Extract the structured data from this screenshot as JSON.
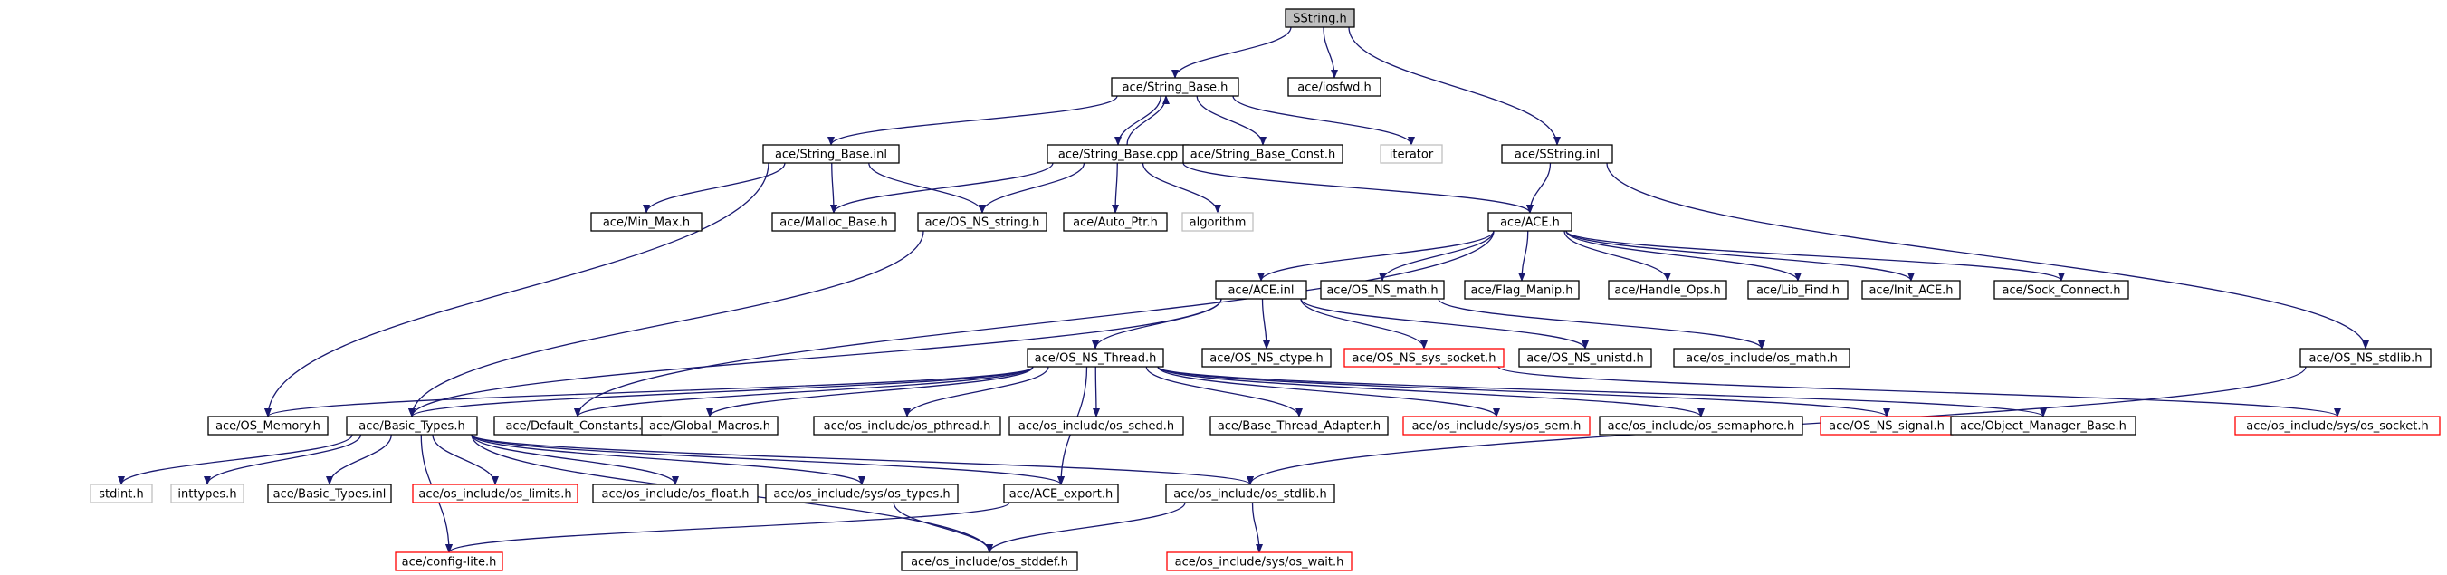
{
  "graph": {
    "colors": {
      "edge": "#191970",
      "box_normal": "#000000",
      "box_unresolved": "#ff0000",
      "box_external": "#bfbfbf",
      "box_root_fill": "#bfbfbf"
    },
    "nodes": [
      {
        "id": "sstring_h",
        "label": "SString.h",
        "kind": "root"
      },
      {
        "id": "string_base_h",
        "label": "ace/String_Base.h",
        "kind": "normal"
      },
      {
        "id": "iosfwd_h",
        "label": "ace/iosfwd.h",
        "kind": "normal"
      },
      {
        "id": "string_base_inl",
        "label": "ace/String_Base.inl",
        "kind": "normal"
      },
      {
        "id": "string_base_cpp",
        "label": "ace/String_Base.cpp",
        "kind": "normal"
      },
      {
        "id": "string_base_const_h",
        "label": "ace/String_Base_Const.h",
        "kind": "normal"
      },
      {
        "id": "iterator",
        "label": "iterator",
        "kind": "external"
      },
      {
        "id": "sstring_inl",
        "label": "ace/SString.inl",
        "kind": "normal"
      },
      {
        "id": "min_max_h",
        "label": "ace/Min_Max.h",
        "kind": "normal"
      },
      {
        "id": "malloc_base_h",
        "label": "ace/Malloc_Base.h",
        "kind": "normal"
      },
      {
        "id": "os_ns_string_h",
        "label": "ace/OS_NS_string.h",
        "kind": "normal"
      },
      {
        "id": "auto_ptr_h",
        "label": "ace/Auto_Ptr.h",
        "kind": "normal"
      },
      {
        "id": "algorithm",
        "label": "algorithm",
        "kind": "external"
      },
      {
        "id": "ace_h",
        "label": "ace/ACE.h",
        "kind": "normal"
      },
      {
        "id": "ace_inl",
        "label": "ace/ACE.inl",
        "kind": "normal"
      },
      {
        "id": "os_ns_math_h",
        "label": "ace/OS_NS_math.h",
        "kind": "normal"
      },
      {
        "id": "flag_manip_h",
        "label": "ace/Flag_Manip.h",
        "kind": "normal"
      },
      {
        "id": "handle_ops_h",
        "label": "ace/Handle_Ops.h",
        "kind": "normal"
      },
      {
        "id": "lib_find_h",
        "label": "ace/Lib_Find.h",
        "kind": "normal"
      },
      {
        "id": "init_ace_h",
        "label": "ace/Init_ACE.h",
        "kind": "normal"
      },
      {
        "id": "sock_connect_h",
        "label": "ace/Sock_Connect.h",
        "kind": "normal"
      },
      {
        "id": "os_ns_thread_h",
        "label": "ace/OS_NS_Thread.h",
        "kind": "normal"
      },
      {
        "id": "os_ns_ctype_h",
        "label": "ace/OS_NS_ctype.h",
        "kind": "normal"
      },
      {
        "id": "os_ns_sys_socket_h",
        "label": "ace/OS_NS_sys_socket.h",
        "kind": "unresolved"
      },
      {
        "id": "os_ns_unistd_h",
        "label": "ace/OS_NS_unistd.h",
        "kind": "normal"
      },
      {
        "id": "os_math_h",
        "label": "ace/os_include/os_math.h",
        "kind": "normal"
      },
      {
        "id": "os_ns_stdlib_h",
        "label": "ace/OS_NS_stdlib.h",
        "kind": "normal"
      },
      {
        "id": "os_memory_h",
        "label": "ace/OS_Memory.h",
        "kind": "normal"
      },
      {
        "id": "basic_types_h",
        "label": "ace/Basic_Types.h",
        "kind": "normal"
      },
      {
        "id": "default_constants_h",
        "label": "ace/Default_Constants.h",
        "kind": "normal"
      },
      {
        "id": "global_macros_h",
        "label": "ace/Global_Macros.h",
        "kind": "normal"
      },
      {
        "id": "os_pthread_h",
        "label": "ace/os_include/os_pthread.h",
        "kind": "normal"
      },
      {
        "id": "os_sched_h",
        "label": "ace/os_include/os_sched.h",
        "kind": "normal"
      },
      {
        "id": "base_thread_adapter_h",
        "label": "ace/Base_Thread_Adapter.h",
        "kind": "normal"
      },
      {
        "id": "os_sem_h",
        "label": "ace/os_include/sys/os_sem.h",
        "kind": "unresolved"
      },
      {
        "id": "os_semaphore_h",
        "label": "ace/os_include/os_semaphore.h",
        "kind": "normal"
      },
      {
        "id": "os_ns_signal_h",
        "label": "ace/OS_NS_signal.h",
        "kind": "unresolved"
      },
      {
        "id": "object_manager_base_h",
        "label": "ace/Object_Manager_Base.h",
        "kind": "normal"
      },
      {
        "id": "os_socket_h",
        "label": "ace/os_include/sys/os_socket.h",
        "kind": "unresolved"
      },
      {
        "id": "stdint_h",
        "label": "stdint.h",
        "kind": "external"
      },
      {
        "id": "inttypes_h",
        "label": "inttypes.h",
        "kind": "external"
      },
      {
        "id": "basic_types_inl",
        "label": "ace/Basic_Types.inl",
        "kind": "normal"
      },
      {
        "id": "os_limits_h",
        "label": "ace/os_include/os_limits.h",
        "kind": "unresolved"
      },
      {
        "id": "os_float_h",
        "label": "ace/os_include/os_float.h",
        "kind": "normal"
      },
      {
        "id": "os_types_h",
        "label": "ace/os_include/sys/os_types.h",
        "kind": "normal"
      },
      {
        "id": "ace_export_h",
        "label": "ace/ACE_export.h",
        "kind": "normal"
      },
      {
        "id": "os_stdlib_h",
        "label": "ace/os_include/os_stdlib.h",
        "kind": "normal"
      },
      {
        "id": "config_lite_h",
        "label": "ace/config-lite.h",
        "kind": "unresolved"
      },
      {
        "id": "os_stddef_h",
        "label": "ace/os_include/os_stddef.h",
        "kind": "normal"
      },
      {
        "id": "os_wait_h",
        "label": "ace/os_include/sys/os_wait.h",
        "kind": "unresolved"
      }
    ],
    "edges": [
      {
        "from": "sstring_h",
        "to": "string_base_h"
      },
      {
        "from": "sstring_h",
        "to": "iosfwd_h"
      },
      {
        "from": "sstring_h",
        "to": "sstring_inl"
      },
      {
        "from": "string_base_h",
        "to": "string_base_inl"
      },
      {
        "from": "string_base_h",
        "to": "string_base_cpp"
      },
      {
        "from": "string_base_h",
        "to": "string_base_const_h"
      },
      {
        "from": "string_base_h",
        "to": "iterator"
      },
      {
        "from": "string_base_cpp",
        "to": "string_base_h"
      },
      {
        "from": "string_base_inl",
        "to": "min_max_h"
      },
      {
        "from": "string_base_inl",
        "to": "malloc_base_h"
      },
      {
        "from": "string_base_inl",
        "to": "os_ns_string_h"
      },
      {
        "from": "string_base_inl",
        "to": "os_memory_h"
      },
      {
        "from": "string_base_cpp",
        "to": "malloc_base_h"
      },
      {
        "from": "string_base_cpp",
        "to": "os_ns_string_h"
      },
      {
        "from": "string_base_cpp",
        "to": "auto_ptr_h"
      },
      {
        "from": "string_base_cpp",
        "to": "algorithm"
      },
      {
        "from": "string_base_cpp",
        "to": "ace_h"
      },
      {
        "from": "sstring_inl",
        "to": "ace_h"
      },
      {
        "from": "sstring_inl",
        "to": "os_ns_stdlib_h"
      },
      {
        "from": "ace_h",
        "to": "ace_inl"
      },
      {
        "from": "ace_h",
        "to": "os_ns_math_h"
      },
      {
        "from": "ace_h",
        "to": "flag_manip_h"
      },
      {
        "from": "ace_h",
        "to": "handle_ops_h"
      },
      {
        "from": "ace_h",
        "to": "lib_find_h"
      },
      {
        "from": "ace_h",
        "to": "init_ace_h"
      },
      {
        "from": "ace_h",
        "to": "sock_connect_h"
      },
      {
        "from": "ace_h",
        "to": "default_constants_h"
      },
      {
        "from": "ace_inl",
        "to": "os_ns_thread_h"
      },
      {
        "from": "ace_inl",
        "to": "os_ns_ctype_h"
      },
      {
        "from": "ace_inl",
        "to": "os_ns_sys_socket_h"
      },
      {
        "from": "ace_inl",
        "to": "os_ns_unistd_h"
      },
      {
        "from": "ace_inl",
        "to": "basic_types_h"
      },
      {
        "from": "os_ns_math_h",
        "to": "os_math_h"
      },
      {
        "from": "os_ns_string_h",
        "to": "basic_types_h"
      },
      {
        "from": "os_ns_thread_h",
        "to": "os_memory_h"
      },
      {
        "from": "os_ns_thread_h",
        "to": "basic_types_h"
      },
      {
        "from": "os_ns_thread_h",
        "to": "default_constants_h"
      },
      {
        "from": "os_ns_thread_h",
        "to": "global_macros_h"
      },
      {
        "from": "os_ns_thread_h",
        "to": "os_pthread_h"
      },
      {
        "from": "os_ns_thread_h",
        "to": "os_sched_h"
      },
      {
        "from": "os_ns_thread_h",
        "to": "base_thread_adapter_h"
      },
      {
        "from": "os_ns_thread_h",
        "to": "os_sem_h"
      },
      {
        "from": "os_ns_thread_h",
        "to": "os_semaphore_h"
      },
      {
        "from": "os_ns_thread_h",
        "to": "os_ns_signal_h"
      },
      {
        "from": "os_ns_thread_h",
        "to": "object_manager_base_h"
      },
      {
        "from": "os_ns_thread_h",
        "to": "ace_export_h"
      },
      {
        "from": "os_ns_sys_socket_h",
        "to": "os_socket_h"
      },
      {
        "from": "os_ns_stdlib_h",
        "to": "os_stdlib_h"
      },
      {
        "from": "basic_types_h",
        "to": "stdint_h"
      },
      {
        "from": "basic_types_h",
        "to": "inttypes_h"
      },
      {
        "from": "basic_types_h",
        "to": "basic_types_inl"
      },
      {
        "from": "basic_types_h",
        "to": "os_limits_h"
      },
      {
        "from": "basic_types_h",
        "to": "os_float_h"
      },
      {
        "from": "basic_types_h",
        "to": "os_types_h"
      },
      {
        "from": "basic_types_h",
        "to": "ace_export_h"
      },
      {
        "from": "basic_types_h",
        "to": "os_stdlib_h"
      },
      {
        "from": "basic_types_h",
        "to": "os_stddef_h"
      },
      {
        "from": "basic_types_h",
        "to": "config_lite_h"
      },
      {
        "from": "ace_export_h",
        "to": "config_lite_h"
      },
      {
        "from": "os_types_h",
        "to": "os_stddef_h"
      },
      {
        "from": "os_stdlib_h",
        "to": "os_stddef_h"
      },
      {
        "from": "os_stdlib_h",
        "to": "os_wait_h"
      }
    ]
  }
}
